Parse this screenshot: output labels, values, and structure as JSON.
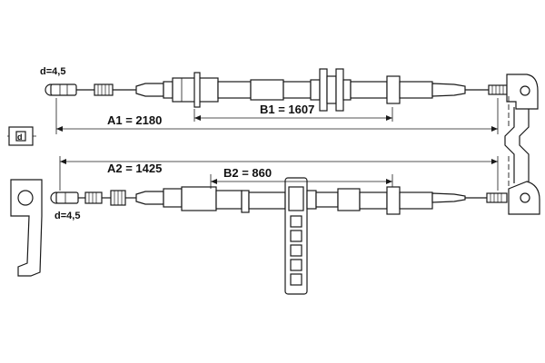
{
  "labels": {
    "d_top": "d=4,5",
    "d_bottom": "d=4,5",
    "a1": "A1 = 2180",
    "b1": "B1 = 1607",
    "a2": "A2 = 1425",
    "b2": "B2 = 860",
    "section_mark": "d"
  },
  "colors": {
    "ink": "#1a1a1a",
    "background": "#ffffff"
  }
}
